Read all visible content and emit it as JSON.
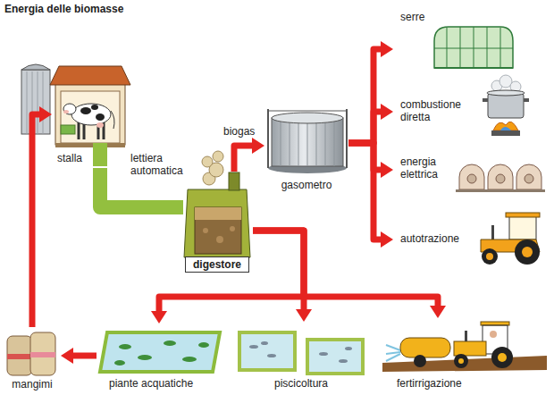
{
  "diagram": {
    "title": "Energia delle biomasse",
    "nodes": [
      {
        "text": [
          "stalla"
        ]
      },
      {
        "text": [
          "digestore"
        ]
      },
      {
        "text": [
          "gasometro"
        ]
      },
      {
        "text": [
          "serre"
        ]
      },
      {
        "text": [
          "combustione diretta"
        ]
      },
      {
        "text": [
          "energia elettrica"
        ]
      },
      {
        "text": [
          "autotrazione"
        ]
      },
      {
        "text": [
          "mangimi"
        ]
      },
      {
        "text": [
          "piante acquatiche"
        ]
      },
      {
        "text": [
          "piscicoltura"
        ]
      },
      {
        "text": [
          "fertirrigazione"
        ]
      }
    ],
    "edges": [
      {
        "from": 0,
        "to": 1,
        "label": "lettiera automatica",
        "arrow": "none"
      },
      {
        "from": 1,
        "to": 2,
        "label": "biogas",
        "arrow": "to"
      },
      {
        "from": 2,
        "to": 3,
        "arrow": "to"
      },
      {
        "from": 2,
        "to": 4,
        "arrow": "to"
      },
      {
        "from": 2,
        "to": 5,
        "arrow": "to"
      },
      {
        "from": 2,
        "to": 6,
        "arrow": "to"
      },
      {
        "from": 1,
        "to": 8,
        "arrow": "to"
      },
      {
        "from": 1,
        "to": 9,
        "arrow": "to"
      },
      {
        "from": 1,
        "to": 10,
        "arrow": "to"
      },
      {
        "from": 8,
        "to": 7,
        "arrow": "to"
      },
      {
        "from": 7,
        "to": 0,
        "arrow": "to"
      }
    ]
  }
}
